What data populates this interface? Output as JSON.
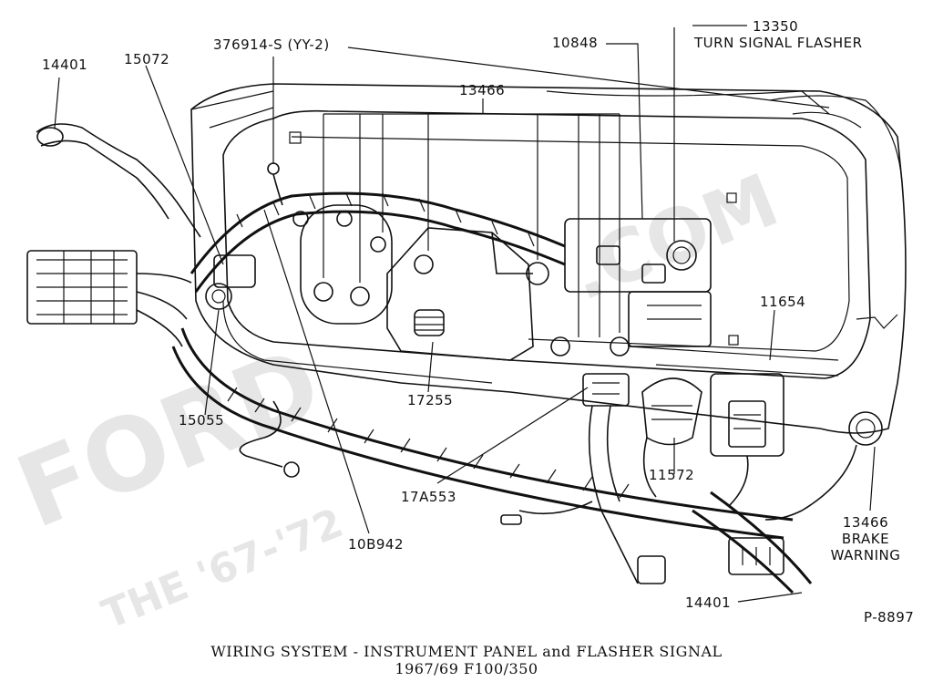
{
  "labels": {
    "p14401_top": "14401",
    "p15072": "15072",
    "p376914": "376914-S (YY-2)",
    "p10848": "10848",
    "p13350": "13350",
    "p_turn_flasher": "TURN SIGNAL FLASHER",
    "p13466_top": "13466",
    "p11654": "11654",
    "p15055": "15055",
    "p17255": "17255",
    "p17A553": "17A553",
    "p11572": "11572",
    "p10B942": "10B942",
    "p13466_brake": "13466",
    "p_brake": "BRAKE",
    "p_warning": "WARNING",
    "p14401_bottom": "14401",
    "ref": "P-8897"
  },
  "caption": {
    "line1": "WIRING SYSTEM - INSTRUMENT PANEL and FLASHER SIGNAL",
    "line2": "1967/69   F100/350"
  }
}
